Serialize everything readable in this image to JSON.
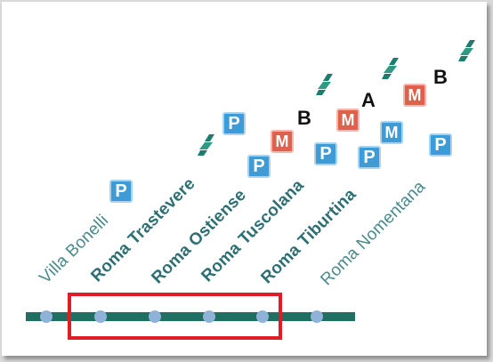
{
  "stations": [
    {
      "name": "Villa Bonelli",
      "style": "light",
      "services": [
        "P"
      ]
    },
    {
      "name": "Roma Trastevere",
      "style": "bold",
      "services": [
        "train",
        "P"
      ]
    },
    {
      "name": "Roma Ostiense",
      "style": "bold",
      "services": [
        "P",
        "M",
        "B",
        "train"
      ]
    },
    {
      "name": "Roma Tuscolana",
      "style": "bold",
      "services": [
        "P",
        "M",
        "A",
        "train"
      ]
    },
    {
      "name": "Roma Tiburtina",
      "style": "bold",
      "services": [
        "P",
        "M",
        "M",
        "B",
        "train"
      ]
    },
    {
      "name": "Roma Nomentana",
      "style": "light",
      "services": [
        "P"
      ]
    }
  ],
  "icons": {
    "parking": {
      "label": "P",
      "color": "#3f9bd6"
    },
    "metro": {
      "label": "M",
      "color": "#e0604e"
    },
    "line_a": {
      "label": "A"
    },
    "line_b": {
      "label": "B"
    },
    "train": {
      "name": "train-icon",
      "color": "#1c7d6c"
    }
  },
  "colors": {
    "line": "#1f6f63",
    "station_dot": "#8fb2d8",
    "highlight": "#e01c24",
    "text": "#2e6f73"
  }
}
